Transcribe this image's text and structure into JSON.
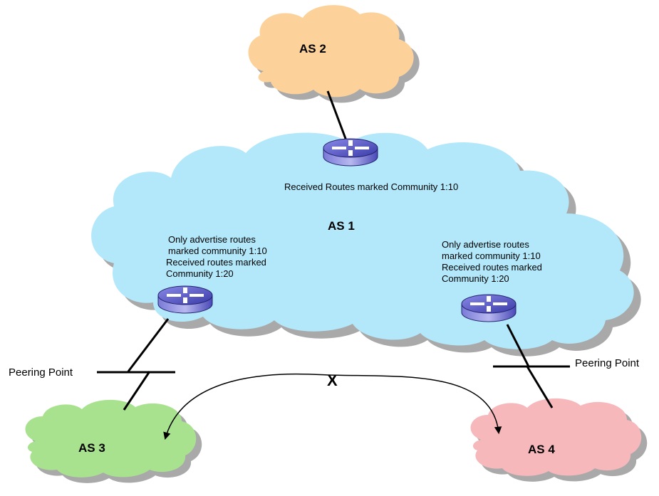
{
  "diagram": {
    "as2": {
      "label": "AS 2",
      "color": "#fcd29a"
    },
    "as1": {
      "label": "AS 1",
      "color": "#b3e8fb"
    },
    "as3": {
      "label": "AS 3",
      "color": "#a9e28f"
    },
    "as4": {
      "label": "AS 4",
      "color": "#f6b8bb"
    },
    "top_router_note": "Received Routes marked Community 1:10",
    "left_router_note": [
      "Only advertise routes",
      "marked community 1:10",
      "Received routes marked",
      "Community 1:20"
    ],
    "right_router_note": [
      "Only advertise routes",
      "marked community 1:10",
      "Received routes marked",
      "Community 1:20"
    ],
    "left_peering_label": "Peering Point",
    "right_peering_label": "Peering Point",
    "blocked_mark": "X",
    "router_color": "#5a5ac8"
  }
}
